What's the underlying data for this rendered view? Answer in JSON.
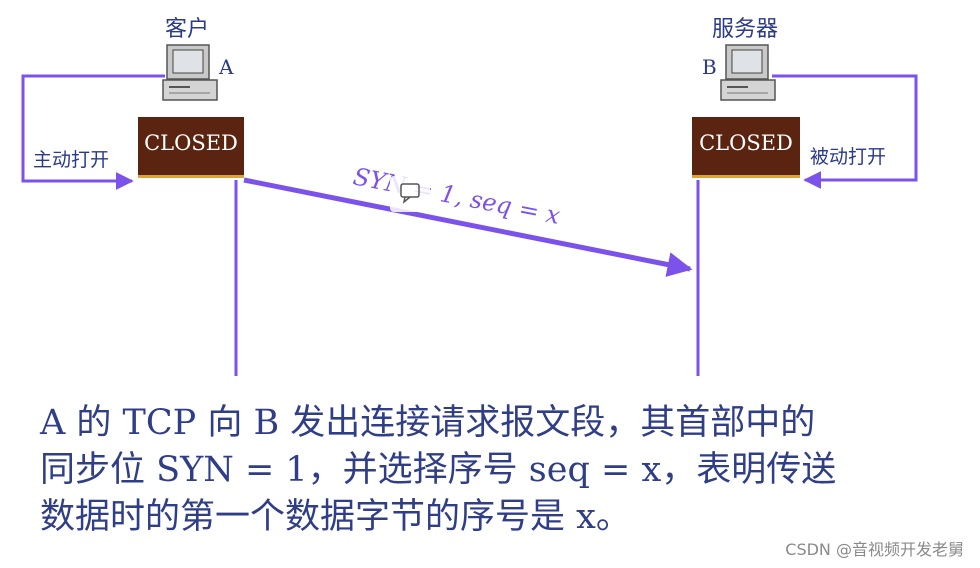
{
  "client": {
    "title": "客户",
    "id": "A",
    "state": "CLOSED",
    "action": "主动打开"
  },
  "server": {
    "title": "服务器",
    "id": "B",
    "state": "CLOSED",
    "action": "被动打开"
  },
  "segment": {
    "label": "SYN = 1, seq = x"
  },
  "caption": [
    "A 的 TCP 向 B 发出连接请求报文段，其首部中的",
    "同步位 SYN = 1，并选择序号 seq = x，表明传送",
    "数据时的第一个数据字节的序号是 x。"
  ],
  "watermark": "CSDN @音视频开发老舅",
  "colors": {
    "purple": "#7b52ea",
    "state_box": "#5a2410",
    "state_text": "#ffffff",
    "caption_text": "#2f3e86"
  },
  "icons": {
    "client": "desktop-computer-icon",
    "server": "desktop-computer-icon",
    "comment": "comment-bubble-icon"
  }
}
